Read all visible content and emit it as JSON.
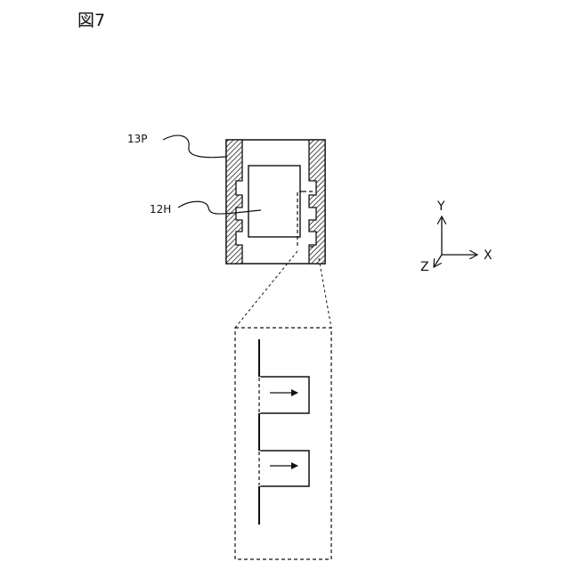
{
  "figure": {
    "title": "図7"
  },
  "labels": {
    "part_13p": "13P",
    "part_12h": "12H"
  },
  "axes": {
    "y": "Y",
    "x": "X",
    "z": "Z"
  }
}
